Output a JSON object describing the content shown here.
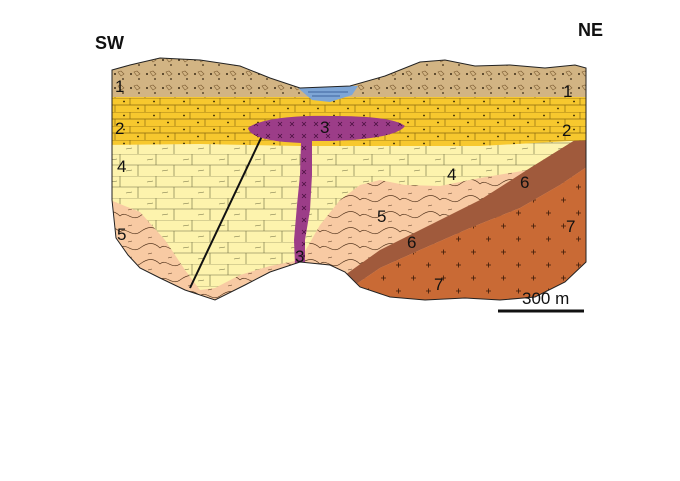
{
  "orientation": {
    "left": "SW",
    "right": "NE"
  },
  "scale_bar": {
    "label": "300 m"
  },
  "units": {
    "u1": {
      "label": "1",
      "color": "#d2b483"
    },
    "u2": {
      "label": "2",
      "color": "#f7c82e"
    },
    "u3": {
      "label": "3",
      "color": "#9c3d88"
    },
    "u4": {
      "label": "4",
      "color": "#fdf3ad"
    },
    "u5": {
      "label": "5",
      "color": "#f8caa3"
    },
    "u6": {
      "label": "6",
      "color": "#a05a3c"
    },
    "u7": {
      "label": "7",
      "color": "#c96a35"
    },
    "water": {
      "color": "#7ea6d6"
    }
  }
}
